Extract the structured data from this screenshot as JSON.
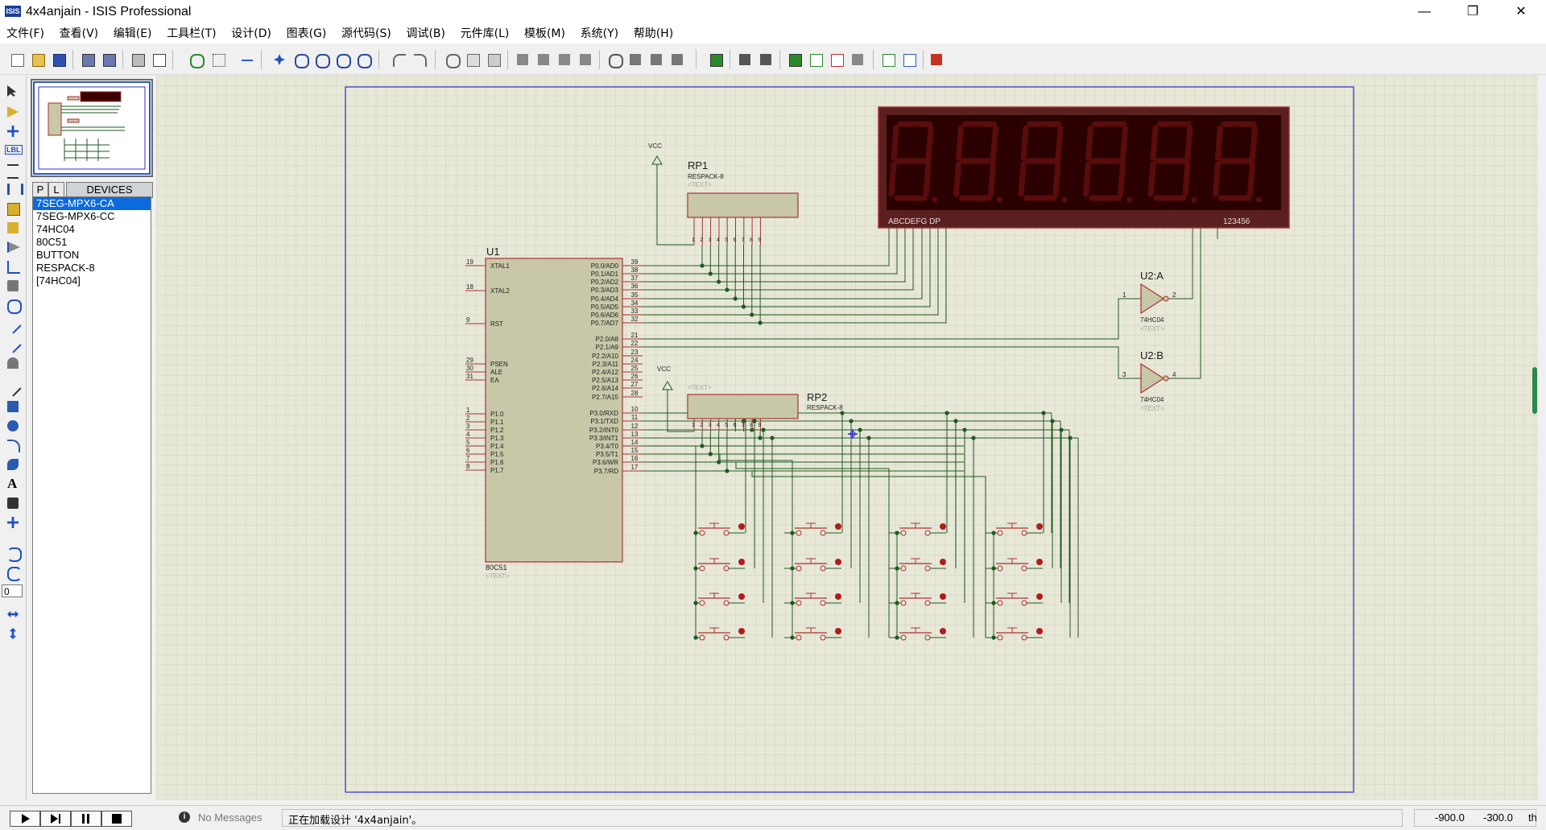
{
  "window": {
    "app_icon_text": "ISIS",
    "title": "4x4anjain - ISIS Professional",
    "controls": [
      "—",
      "❐",
      "✕"
    ]
  },
  "menu": [
    "文件(F)",
    "查看(V)",
    "编辑(E)",
    "工具栏(T)",
    "设计(D)",
    "图表(G)",
    "源代码(S)",
    "调试(B)",
    "元件库(L)",
    "模板(M)",
    "系统(Y)",
    "帮助(H)"
  ],
  "left_tools": {
    "rotation_value": "0",
    "label_text": "LBL"
  },
  "device_panel": {
    "tab_p": "P",
    "tab_l": "L",
    "header": "DEVICES",
    "items": [
      "7SEG-MPX6-CA",
      "7SEG-MPX6-CC",
      "74HC04",
      "80C51",
      "BUTTON",
      "RESPACK-8",
      "[74HC04]"
    ],
    "selected_index": 0
  },
  "schematic": {
    "u1_ref": "U1",
    "u1_part": "80C51",
    "text_placeholder": "<TEXT>",
    "u1_left_pins": [
      {
        "num": "19",
        "name": "XTAL1"
      },
      {
        "num": "18",
        "name": "XTAL2"
      },
      {
        "num": "9",
        "name": "RST"
      },
      {
        "num": "29",
        "name": "PSEN"
      },
      {
        "num": "30",
        "name": "ALE"
      },
      {
        "num": "31",
        "name": "EA"
      },
      {
        "num": "1",
        "name": "P1.0"
      },
      {
        "num": "2",
        "name": "P1.1"
      },
      {
        "num": "3",
        "name": "P1.2"
      },
      {
        "num": "4",
        "name": "P1.3"
      },
      {
        "num": "5",
        "name": "P1.4"
      },
      {
        "num": "6",
        "name": "P1.5"
      },
      {
        "num": "7",
        "name": "P1.6"
      },
      {
        "num": "8",
        "name": "P1.7"
      }
    ],
    "u1_right_pins": [
      {
        "num": "39",
        "name": "P0.0/AD0"
      },
      {
        "num": "38",
        "name": "P0.1/AD1"
      },
      {
        "num": "37",
        "name": "P0.2/AD2"
      },
      {
        "num": "36",
        "name": "P0.3/AD3"
      },
      {
        "num": "35",
        "name": "P0.4/AD4"
      },
      {
        "num": "34",
        "name": "P0.5/AD5"
      },
      {
        "num": "33",
        "name": "P0.6/AD6"
      },
      {
        "num": "32",
        "name": "P0.7/AD7"
      },
      {
        "num": "21",
        "name": "P2.0/A8"
      },
      {
        "num": "22",
        "name": "P2.1/A9"
      },
      {
        "num": "23",
        "name": "P2.2/A10"
      },
      {
        "num": "24",
        "name": "P2.3/A11"
      },
      {
        "num": "25",
        "name": "P2.4/A12"
      },
      {
        "num": "26",
        "name": "P2.5/A13"
      },
      {
        "num": "27",
        "name": "P2.6/A14"
      },
      {
        "num": "28",
        "name": "P2.7/A15"
      },
      {
        "num": "10",
        "name": "P3.0/RXD"
      },
      {
        "num": "11",
        "name": "P3.1/TXD"
      },
      {
        "num": "12",
        "name": "P3.2/INT0"
      },
      {
        "num": "13",
        "name": "P3.3/INT1"
      },
      {
        "num": "14",
        "name": "P3.4/T0"
      },
      {
        "num": "15",
        "name": "P3.5/T1"
      },
      {
        "num": "16",
        "name": "P3.6/WR"
      },
      {
        "num": "17",
        "name": "P3.7/RD"
      }
    ],
    "rp1_ref": "RP1",
    "rp1_part": "RESPACK-8",
    "rp2_ref": "RP2",
    "rp2_part": "RESPACK-8",
    "vcc1": "VCC",
    "vcc2": "VCC",
    "respack_pins": [
      "1",
      "2",
      "3",
      "4",
      "5",
      "6",
      "7",
      "8",
      "9"
    ],
    "display_labels_left": "ABCDEFG  DP",
    "display_labels_right": "123456",
    "display_digit_count": 6,
    "u2a_ref": "U2:A",
    "u2a_part": "74HC04",
    "u2a_in_pin": "1",
    "u2a_out_pin": "2",
    "u2b_ref": "U2:B",
    "u2b_part": "74HC04",
    "u2b_in_pin": "3",
    "u2b_out_pin": "4",
    "button_rows": 4,
    "button_cols": 4
  },
  "status": {
    "messages": "No Messages",
    "text": "正在加载设计 '4x4anjain'。",
    "coord_x": "-900.0",
    "coord_y": "-300.0",
    "unit": "th"
  },
  "colors": {
    "sheet_bg": "#e8e8d8",
    "grid": "#c8c8b4",
    "border": "#2c2cd0",
    "chip_fill": "#c8c8a8",
    "chip_stroke": "#a83232",
    "wire": "#1e5a1e",
    "display_bg": "#2a0000",
    "seg_off": "#5a0c0c",
    "text_red": "#7a1e1e"
  }
}
